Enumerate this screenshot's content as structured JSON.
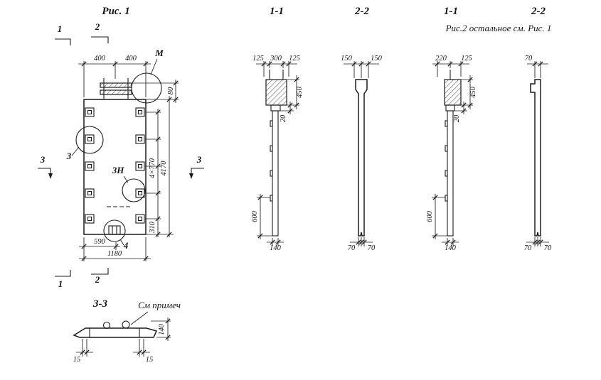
{
  "sheet": {
    "background": "#ffffff",
    "ink": "#1c1c1c"
  },
  "fig1": {
    "title": "Рис. 1",
    "cut_marker_1_top": "1",
    "cut_marker_2_top": "2",
    "cut_marker_1_bottom": "1",
    "cut_marker_2_bottom": "2",
    "cut_marker_3_left": "3",
    "cut_marker_3_right": "3",
    "detail_label_m": "М",
    "detail_label_3": "3",
    "detail_label_3n": "3Н",
    "detail_label_4": "4",
    "dim_top_left": "400",
    "dim_top_right": "400",
    "dim_height_m": "80",
    "dim_spacing": "4×770",
    "dim_total_height": "4170",
    "dim_bottom_offset": "310",
    "dim_half_width": "590",
    "dim_total_width": "1180"
  },
  "section_1_1_a": {
    "title": "1-1",
    "dim_125_left": "125",
    "dim_300": "300",
    "dim_125_right": "125",
    "dim_450": "450",
    "dim_20": "20",
    "dim_600": "600",
    "dim_140": "140"
  },
  "section_2_2_a": {
    "title": "2-2",
    "dim_150_left": "150",
    "dim_150_right": "150",
    "dim_70_left": "70",
    "dim_70_right": "70"
  },
  "section_1_1_b": {
    "title": "1-1",
    "note": "Рис.2  остальное  см. Рис. 1",
    "dim_220": "220",
    "dim_125": "125",
    "dim_450": "450",
    "dim_20": "20",
    "dim_600": "600",
    "dim_140": "140"
  },
  "section_2_2_b": {
    "title": "2-2",
    "dim_70_top": "70",
    "dim_70_left": "70",
    "dim_70_right": "70"
  },
  "section_3_3": {
    "title": "3-3",
    "note": "См примеч",
    "dim_140": "140",
    "dim_15_left": "15",
    "dim_15_right": "15"
  }
}
